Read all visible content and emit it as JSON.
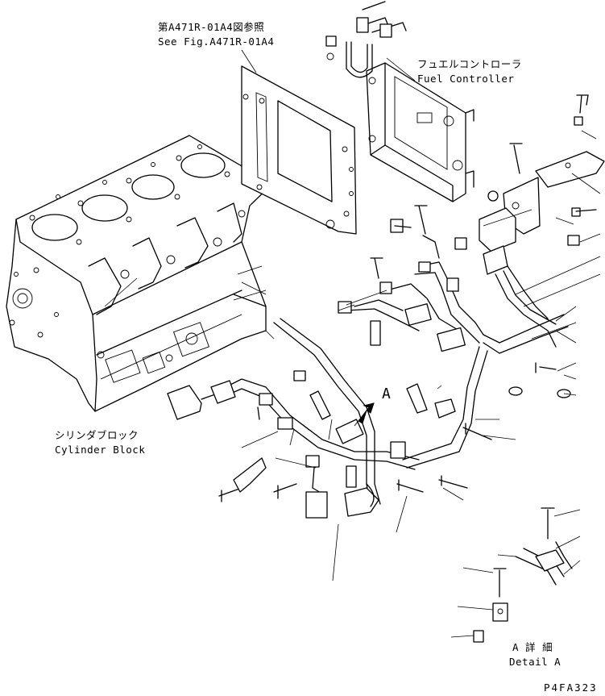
{
  "labels": {
    "ref_jp": "第A471R-01A4図参照",
    "ref_en": "See Fig.A471R-01A4",
    "fuel_jp": "フュエルコントローラ",
    "fuel_en": "Fuel Controller",
    "block_jp": "シリンダブロック",
    "block_en": "Cylinder Block",
    "view_a": "A",
    "detail_jp": "A 詳 細",
    "detail_en": "Detail A",
    "drawing_no": "P4FA323"
  }
}
